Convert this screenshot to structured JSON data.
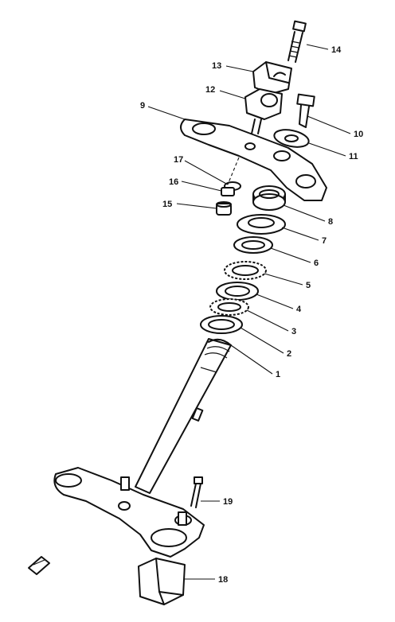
{
  "diagram": {
    "callouts": [
      {
        "id": "callout-1",
        "text": "1"
      },
      {
        "id": "callout-2",
        "text": "2"
      },
      {
        "id": "callout-3",
        "text": "3"
      },
      {
        "id": "callout-4",
        "text": "4"
      },
      {
        "id": "callout-5",
        "text": "5"
      },
      {
        "id": "callout-6",
        "text": "6"
      },
      {
        "id": "callout-7",
        "text": "7"
      },
      {
        "id": "callout-8",
        "text": "8"
      },
      {
        "id": "callout-9",
        "text": "9"
      },
      {
        "id": "callout-10",
        "text": "10"
      },
      {
        "id": "callout-11",
        "text": "11"
      },
      {
        "id": "callout-12",
        "text": "12"
      },
      {
        "id": "callout-13",
        "text": "13"
      },
      {
        "id": "callout-14",
        "text": "14"
      },
      {
        "id": "callout-15",
        "text": "15"
      },
      {
        "id": "callout-16",
        "text": "16"
      },
      {
        "id": "callout-17",
        "text": "17"
      },
      {
        "id": "callout-18",
        "text": "18"
      },
      {
        "id": "callout-19",
        "text": "19"
      }
    ]
  }
}
